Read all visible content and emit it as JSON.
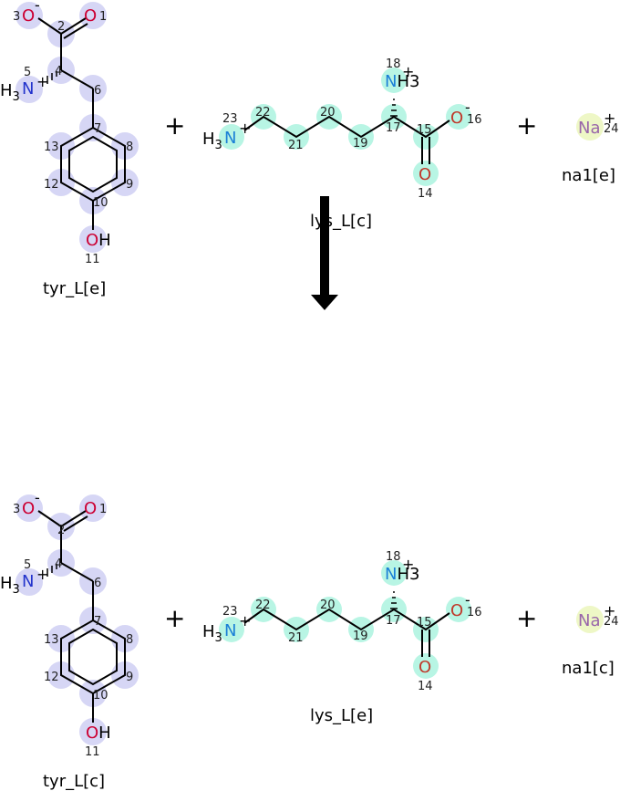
{
  "colors": {
    "tyr_highlight": "#d6d6f5",
    "lys_highlight": "#b8f5e4",
    "na_highlight": "#eef7c6",
    "oxygen": "#cc0033",
    "nitrogen_tyr": "#2233cc",
    "nitrogen_lys": "#1a7fd6",
    "oxygen_lys": "#c0392b",
    "sodium": "#9966aa"
  },
  "reaction": {
    "operator": "+",
    "direction": "forward"
  },
  "top": {
    "tyr": {
      "name": "tyr_L[e]",
      "atoms": {
        "O": "O",
        "OH": "OH",
        "N": "N",
        "H3": "H3",
        "minus": "-",
        "plus": "+"
      },
      "indices": [
        "1",
        "2",
        "3",
        "4",
        "5",
        "6",
        "7",
        "8",
        "9",
        "10",
        "11",
        "12",
        "13"
      ]
    },
    "lys": {
      "name": "lys_L[c]",
      "atoms": {
        "NH": "NH",
        "three": "3",
        "N": "N",
        "H3": "H3",
        "O": "O",
        "minus": "-",
        "plus": "+"
      },
      "indices": [
        "14",
        "15",
        "16",
        "17",
        "18",
        "19",
        "20",
        "21",
        "22",
        "23"
      ]
    },
    "na": {
      "name": "na1[e]",
      "atom": "Na",
      "plus": "+",
      "index": "24"
    }
  },
  "bottom": {
    "tyr": {
      "name": "tyr_L[c]"
    },
    "lys": {
      "name": "lys_L[e]"
    },
    "na": {
      "name": "na1[c]",
      "atom": "Na",
      "plus": "+",
      "index": "24"
    }
  }
}
